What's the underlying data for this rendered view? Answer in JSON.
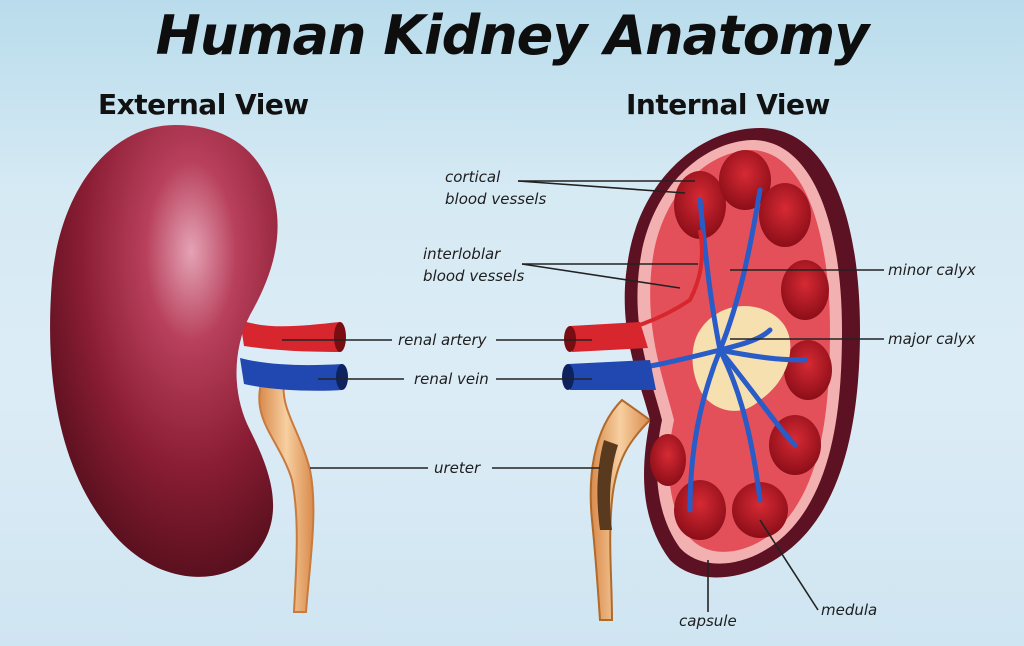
{
  "title": "Human Kidney Anatomy",
  "views": {
    "external": {
      "heading": "External View"
    },
    "internal": {
      "heading": "Internal View"
    }
  },
  "labels": {
    "cortical_line1": "cortical",
    "cortical_line2": "blood vessels",
    "interlobular_line1": "interloblar",
    "interlobular_line2": "blood vessels",
    "renal_artery": "renal artery",
    "renal_vein": "renal vein",
    "ureter": "ureter",
    "minor_calyx": "minor calyx",
    "major_calyx": "major calyx",
    "capsule": "capsule",
    "medula": "medula"
  },
  "colors": {
    "background": "#d6eaf4",
    "kidney_external": "#8e1f35",
    "artery": "#d8262e",
    "vein": "#2048b0",
    "ureter": "#eab07a",
    "capsule": "#5c1222",
    "medulla": "#b8141e",
    "calyx": "#f6e0b0"
  }
}
